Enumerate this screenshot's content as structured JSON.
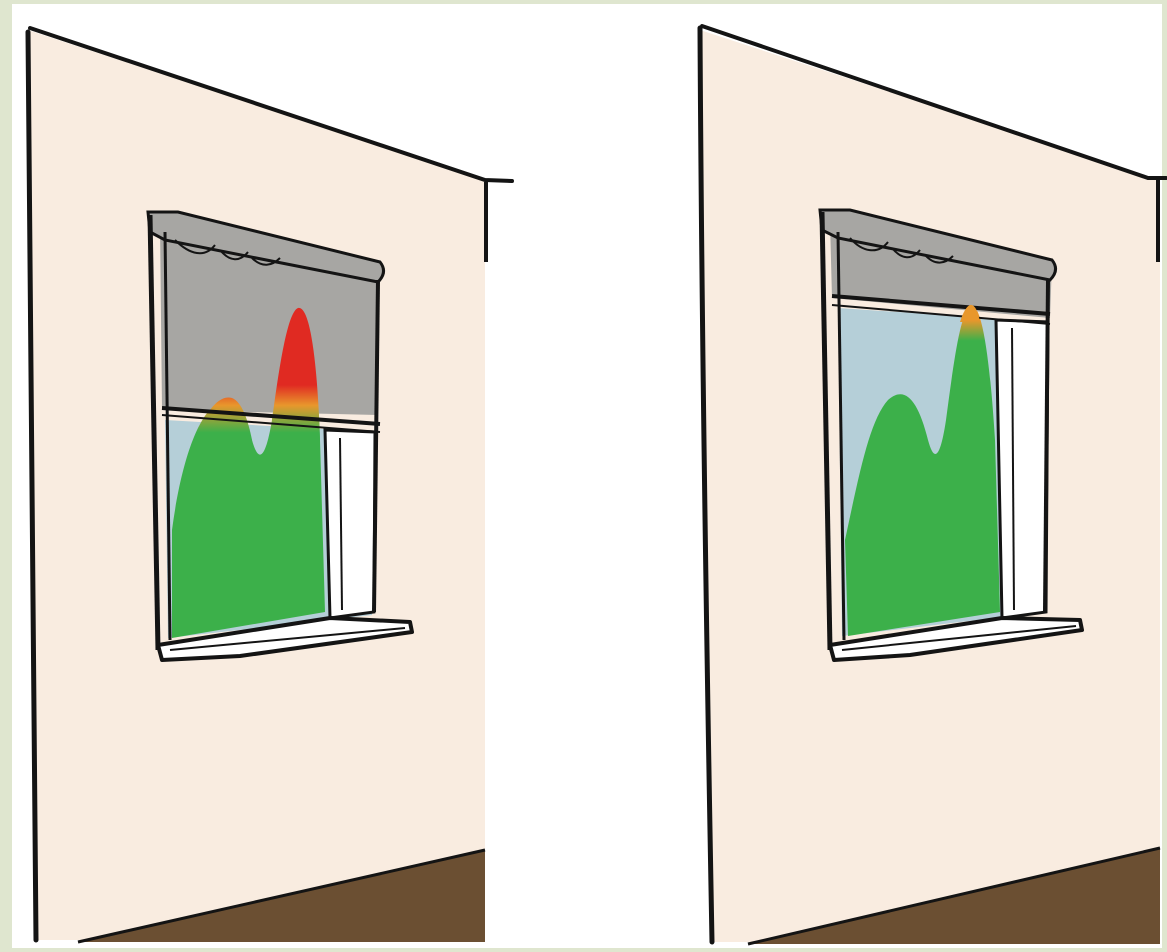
{
  "colors": {
    "page_background": "#ffffff",
    "image_border": "#dfe6cf",
    "wall": "#f9ece0",
    "floor": "#6b4f32",
    "outline": "#141414",
    "roller_blind": "#a7a6a3",
    "sky": "#b5cfd8",
    "frame": "#ffffff",
    "daylight_green": "#3cb04a",
    "glare_orange": "#e8972c",
    "glare_red": "#e02a22"
  },
  "panels": [
    {
      "id": "blind-lowered",
      "blind_position": "lowered",
      "glare": true
    },
    {
      "id": "blind-raised",
      "blind_position": "raised",
      "glare": false
    }
  ]
}
